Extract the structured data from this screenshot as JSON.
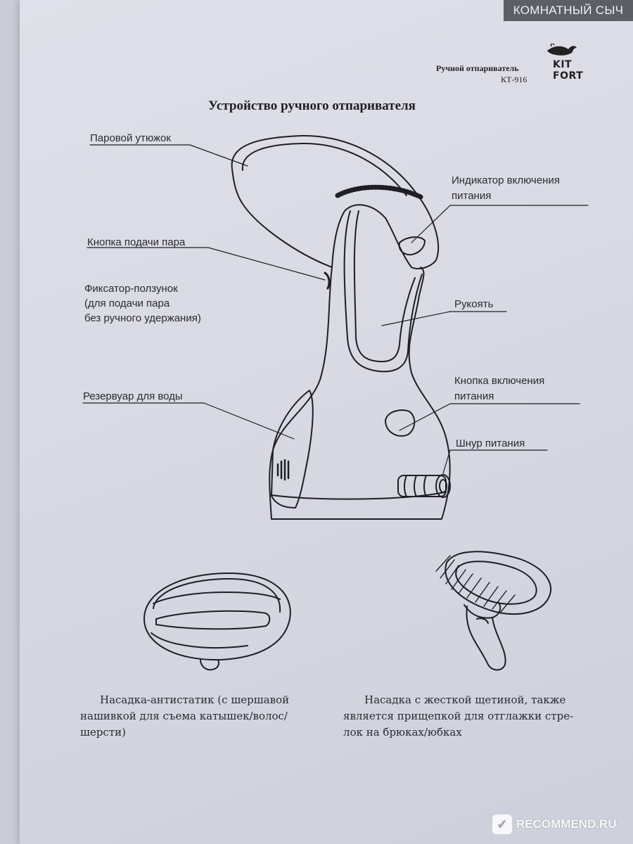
{
  "watermark": "КОМНАТНЫЙ СЫЧ",
  "header": {
    "product": "Ручной отпариватель",
    "model": "КТ-916",
    "logo_line1": "KIT",
    "logo_line2": "FORT"
  },
  "title": "Устройство ручного отпаривателя",
  "labels": {
    "steam_iron": "Паровой утюжок",
    "power_indicator_1": "Индикатор включения",
    "power_indicator_2": "питания",
    "steam_button": "Кнопка подачи пара",
    "lock_slider_1": "Фиксатор-ползунок",
    "lock_slider_2": "(для подачи пара",
    "lock_slider_3": "без ручного удержания)",
    "handle": "Рукоять",
    "water_tank": "Резервуар для воды",
    "power_button_1": "Кнопка включения",
    "power_button_2": "питания",
    "power_cord": "Шнур питания"
  },
  "captions": {
    "antistatic_1": "Насадка-антистатик (с шершавой",
    "antistatic_2": "нашивкой для съема катышек/волос/",
    "antistatic_3": "шерсти)",
    "brush_1": "Насадка с жесткой щетиной, также",
    "brush_2": "является прищепкой для отглажки стре-",
    "brush_3": "лок на брюках/юбках"
  },
  "footer": {
    "recommend": "RECOMMEND.RU"
  }
}
